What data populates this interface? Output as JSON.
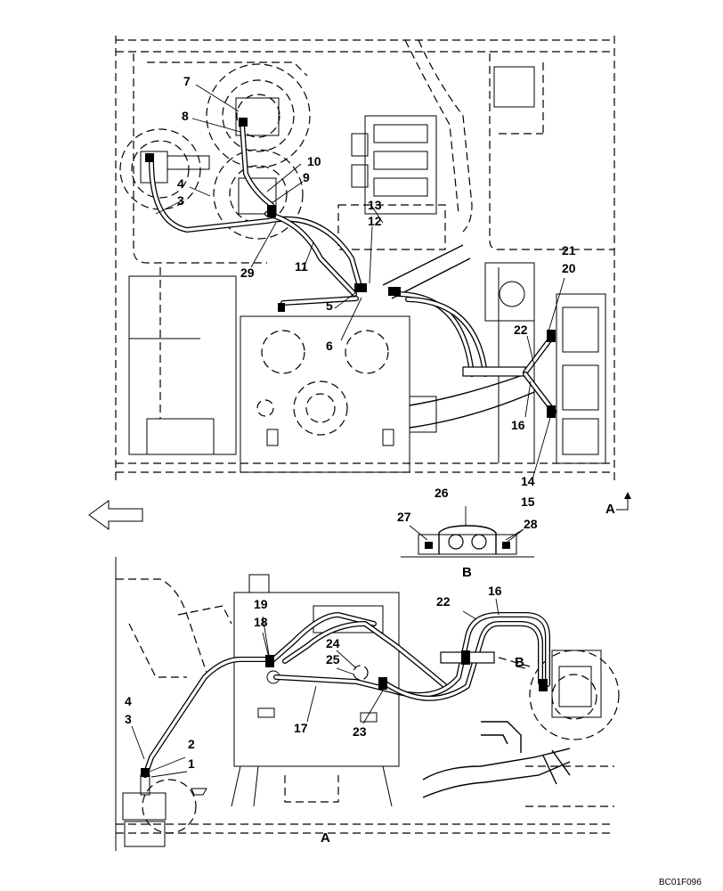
{
  "diagram": {
    "drawing_code": "BC01F096",
    "view_labels": {
      "detail_b": "B",
      "view_a": "A",
      "arrow_a": "A",
      "arrow_b": "B"
    },
    "top_view_callouts": [
      "7",
      "8",
      "10",
      "9",
      "4",
      "3",
      "13",
      "12",
      "29",
      "11",
      "5",
      "6",
      "21",
      "20",
      "22",
      "16",
      "14",
      "15"
    ],
    "detail_callouts": [
      "26",
      "27",
      "28"
    ],
    "side_view_callouts": [
      "19",
      "18",
      "24",
      "25",
      "22",
      "16",
      "4",
      "3",
      "2",
      "1",
      "17",
      "23"
    ]
  }
}
